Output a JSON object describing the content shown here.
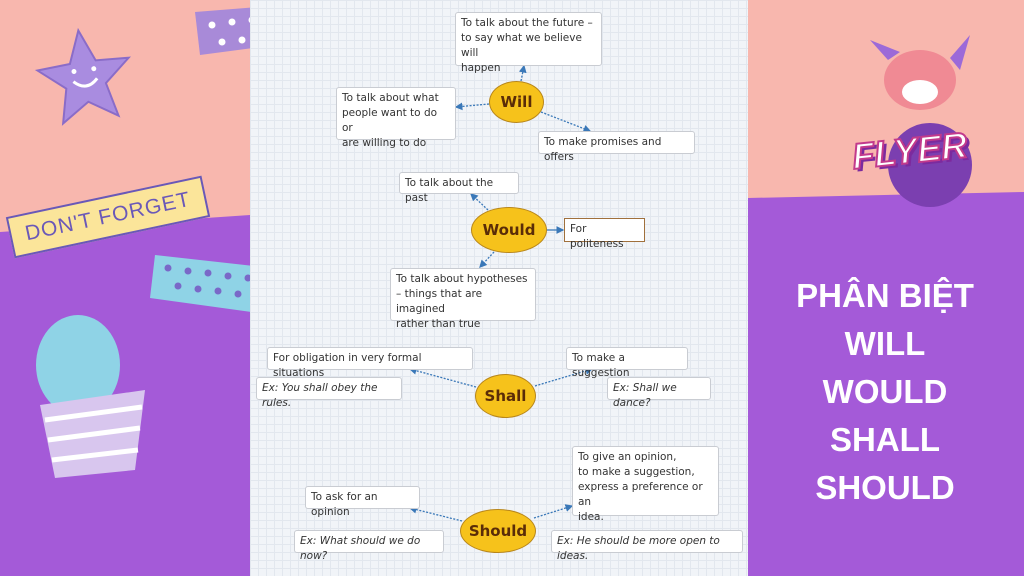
{
  "title_lines": [
    "PHÂN BIỆT",
    "WILL",
    "WOULD",
    "SHALL",
    "SHOULD"
  ],
  "sticker": "DON'T FORGET",
  "logo": "FLYER",
  "colors": {
    "pink": "#f8b7ae",
    "purple": "#a45ad8",
    "node": "#f6c21b",
    "arrow": "#3a78b8"
  },
  "diagram": {
    "will": {
      "label": "Will",
      "items": [
        "To talk about the future –\nto say what we believe will\nhappen",
        "To talk about what\npeople want to do or\nare willing to do",
        "To make promises and offers"
      ]
    },
    "would": {
      "label": "Would",
      "items": [
        "To talk about the past",
        "For politeness",
        "To talk about hypotheses\n– things that are imagined\nrather than true"
      ]
    },
    "shall": {
      "label": "Shall",
      "items": [
        "For obligation in very formal situations",
        "To make a suggestion"
      ],
      "examples": [
        "Ex: You shall obey the rules.",
        "Ex: Shall we dance?"
      ]
    },
    "should": {
      "label": "Should",
      "items": [
        "To ask for an opinion",
        "To give an opinion,\nto make a suggestion,\nexpress a preference or an\nidea."
      ],
      "examples": [
        "Ex: What should we do now?",
        "Ex: He should be more open to ideas."
      ]
    }
  }
}
